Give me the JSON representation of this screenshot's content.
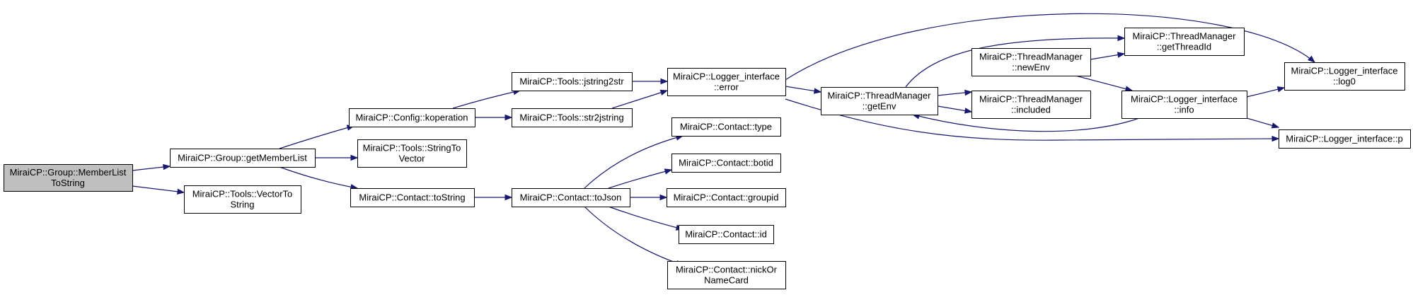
{
  "diagram": {
    "nodes": [
      {
        "id": "root",
        "lines": [
          "MiraiCP::Group::MemberList",
          "ToString"
        ],
        "highlight": true
      },
      {
        "id": "getMemberList",
        "lines": [
          "MiraiCP::Group::getMemberList"
        ]
      },
      {
        "id": "vectorToString",
        "lines": [
          "MiraiCP::Tools::VectorTo",
          "String"
        ]
      },
      {
        "id": "koperation",
        "lines": [
          "MiraiCP::Config::koperation"
        ]
      },
      {
        "id": "stringToVector",
        "lines": [
          "MiraiCP::Tools::StringTo",
          "Vector"
        ]
      },
      {
        "id": "contactToString",
        "lines": [
          "MiraiCP::Contact::toString"
        ]
      },
      {
        "id": "jstring2str",
        "lines": [
          "MiraiCP::Tools::jstring2str"
        ]
      },
      {
        "id": "str2jstring",
        "lines": [
          "MiraiCP::Tools::str2jstring"
        ]
      },
      {
        "id": "toJson",
        "lines": [
          "MiraiCP::Contact::toJson"
        ]
      },
      {
        "id": "error",
        "lines": [
          "MiraiCP::Logger_interface",
          "::error"
        ]
      },
      {
        "id": "type",
        "lines": [
          "MiraiCP::Contact::type"
        ]
      },
      {
        "id": "botid",
        "lines": [
          "MiraiCP::Contact::botid"
        ]
      },
      {
        "id": "groupid",
        "lines": [
          "MiraiCP::Contact::groupid"
        ]
      },
      {
        "id": "cid",
        "lines": [
          "MiraiCP::Contact::id"
        ]
      },
      {
        "id": "nickOrNameCard",
        "lines": [
          "MiraiCP::Contact::nickOr",
          "NameCard"
        ]
      },
      {
        "id": "getEnv",
        "lines": [
          "MiraiCP::ThreadManager",
          "::getEnv"
        ]
      },
      {
        "id": "newEnv",
        "lines": [
          "MiraiCP::ThreadManager",
          "::newEnv"
        ]
      },
      {
        "id": "included",
        "lines": [
          "MiraiCP::ThreadManager",
          "::included"
        ]
      },
      {
        "id": "getThreadId",
        "lines": [
          "MiraiCP::ThreadManager",
          "::getThreadId"
        ]
      },
      {
        "id": "info",
        "lines": [
          "MiraiCP::Logger_interface",
          "::info"
        ]
      },
      {
        "id": "log0",
        "lines": [
          "MiraiCP::Logger_interface",
          "::log0"
        ]
      },
      {
        "id": "p",
        "lines": [
          "MiraiCP::Logger_interface::p"
        ]
      }
    ],
    "edges": [
      {
        "from": "root",
        "to": "getMemberList"
      },
      {
        "from": "root",
        "to": "vectorToString"
      },
      {
        "from": "getMemberList",
        "to": "koperation"
      },
      {
        "from": "getMemberList",
        "to": "stringToVector"
      },
      {
        "from": "getMemberList",
        "to": "contactToString"
      },
      {
        "from": "koperation",
        "to": "jstring2str"
      },
      {
        "from": "koperation",
        "to": "str2jstring"
      },
      {
        "from": "contactToString",
        "to": "toJson"
      },
      {
        "from": "jstring2str",
        "to": "error"
      },
      {
        "from": "str2jstring",
        "to": "error"
      },
      {
        "from": "toJson",
        "to": "type"
      },
      {
        "from": "toJson",
        "to": "botid"
      },
      {
        "from": "toJson",
        "to": "groupid"
      },
      {
        "from": "toJson",
        "to": "cid"
      },
      {
        "from": "toJson",
        "to": "nickOrNameCard"
      },
      {
        "from": "error",
        "to": "getEnv"
      },
      {
        "from": "error",
        "to": "log0"
      },
      {
        "from": "error",
        "to": "p"
      },
      {
        "from": "getEnv",
        "to": "getThreadId"
      },
      {
        "from": "getEnv",
        "to": "newEnv"
      },
      {
        "from": "getEnv",
        "to": "included"
      },
      {
        "from": "newEnv",
        "to": "getThreadId"
      },
      {
        "from": "newEnv",
        "to": "info"
      },
      {
        "from": "info",
        "to": "getEnv"
      },
      {
        "from": "info",
        "to": "log0"
      },
      {
        "from": "info",
        "to": "p"
      }
    ]
  }
}
